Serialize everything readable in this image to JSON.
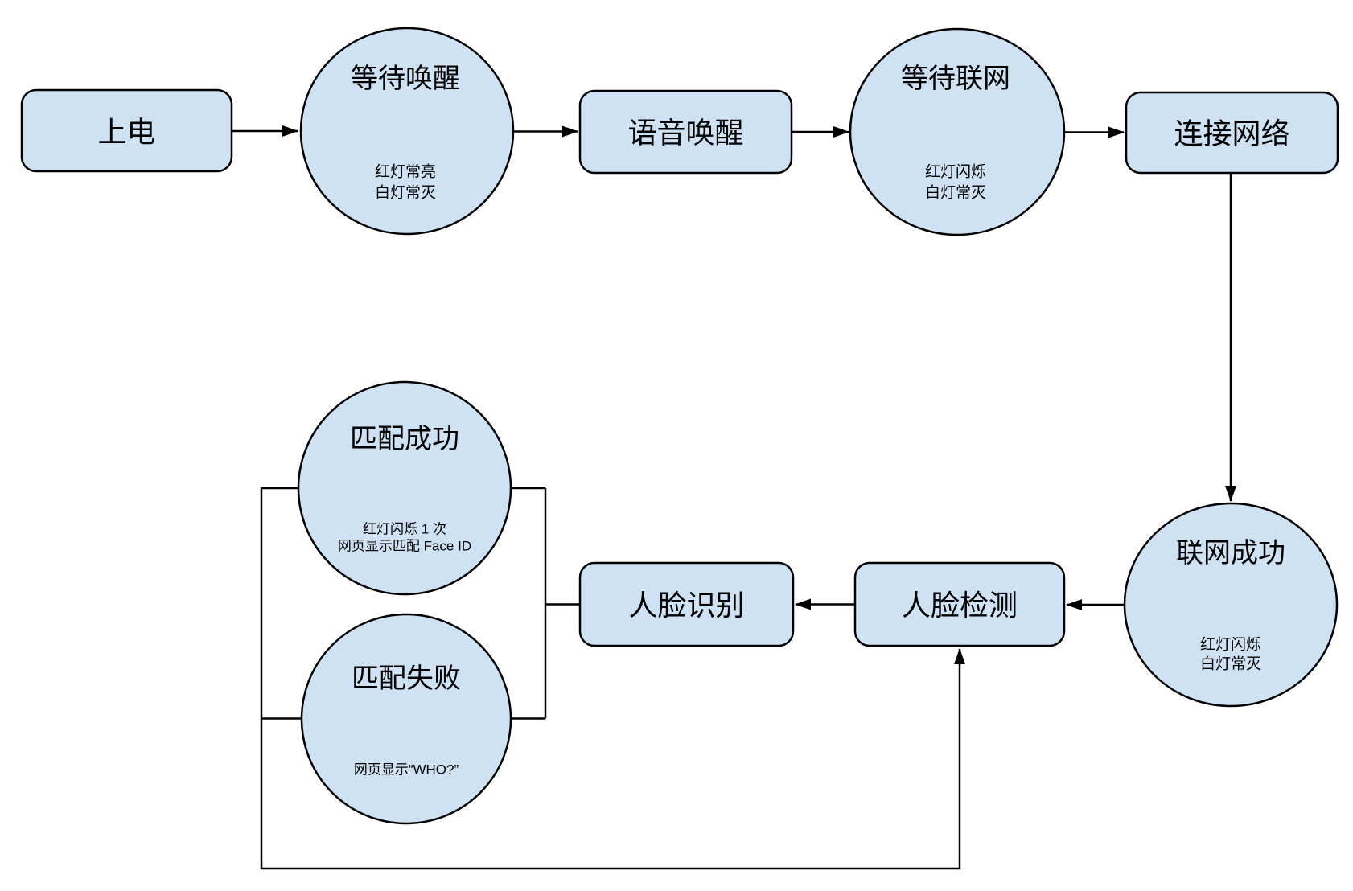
{
  "diagram": {
    "colors": {
      "background": "#ffffff",
      "node_fill": "#cfe2f3",
      "node_stroke": "#000000",
      "edge_color": "#000000"
    },
    "nodes": {
      "power_on": {
        "label": "上电"
      },
      "wait_wake": {
        "label": "等待唤醒",
        "sub1": "红灯常亮",
        "sub2": "白灯常灭"
      },
      "voice_wake": {
        "label": "语音唤醒"
      },
      "wait_network": {
        "label": "等待联网",
        "sub1": "红灯闪烁",
        "sub2": "白灯常灭"
      },
      "connect_network": {
        "label": "连接网络"
      },
      "network_success": {
        "label": "联网成功",
        "sub1": "红灯闪烁",
        "sub2": "白灯常灭"
      },
      "face_detect": {
        "label": "人脸检测"
      },
      "face_recognize": {
        "label": "人脸识别"
      },
      "match_success": {
        "label": "匹配成功",
        "sub1": "红灯闪烁 1 次",
        "sub2": "网页显示匹配 Face ID"
      },
      "match_fail": {
        "label": "匹配失败",
        "sub1": "网页显示“WHO?”"
      }
    }
  }
}
